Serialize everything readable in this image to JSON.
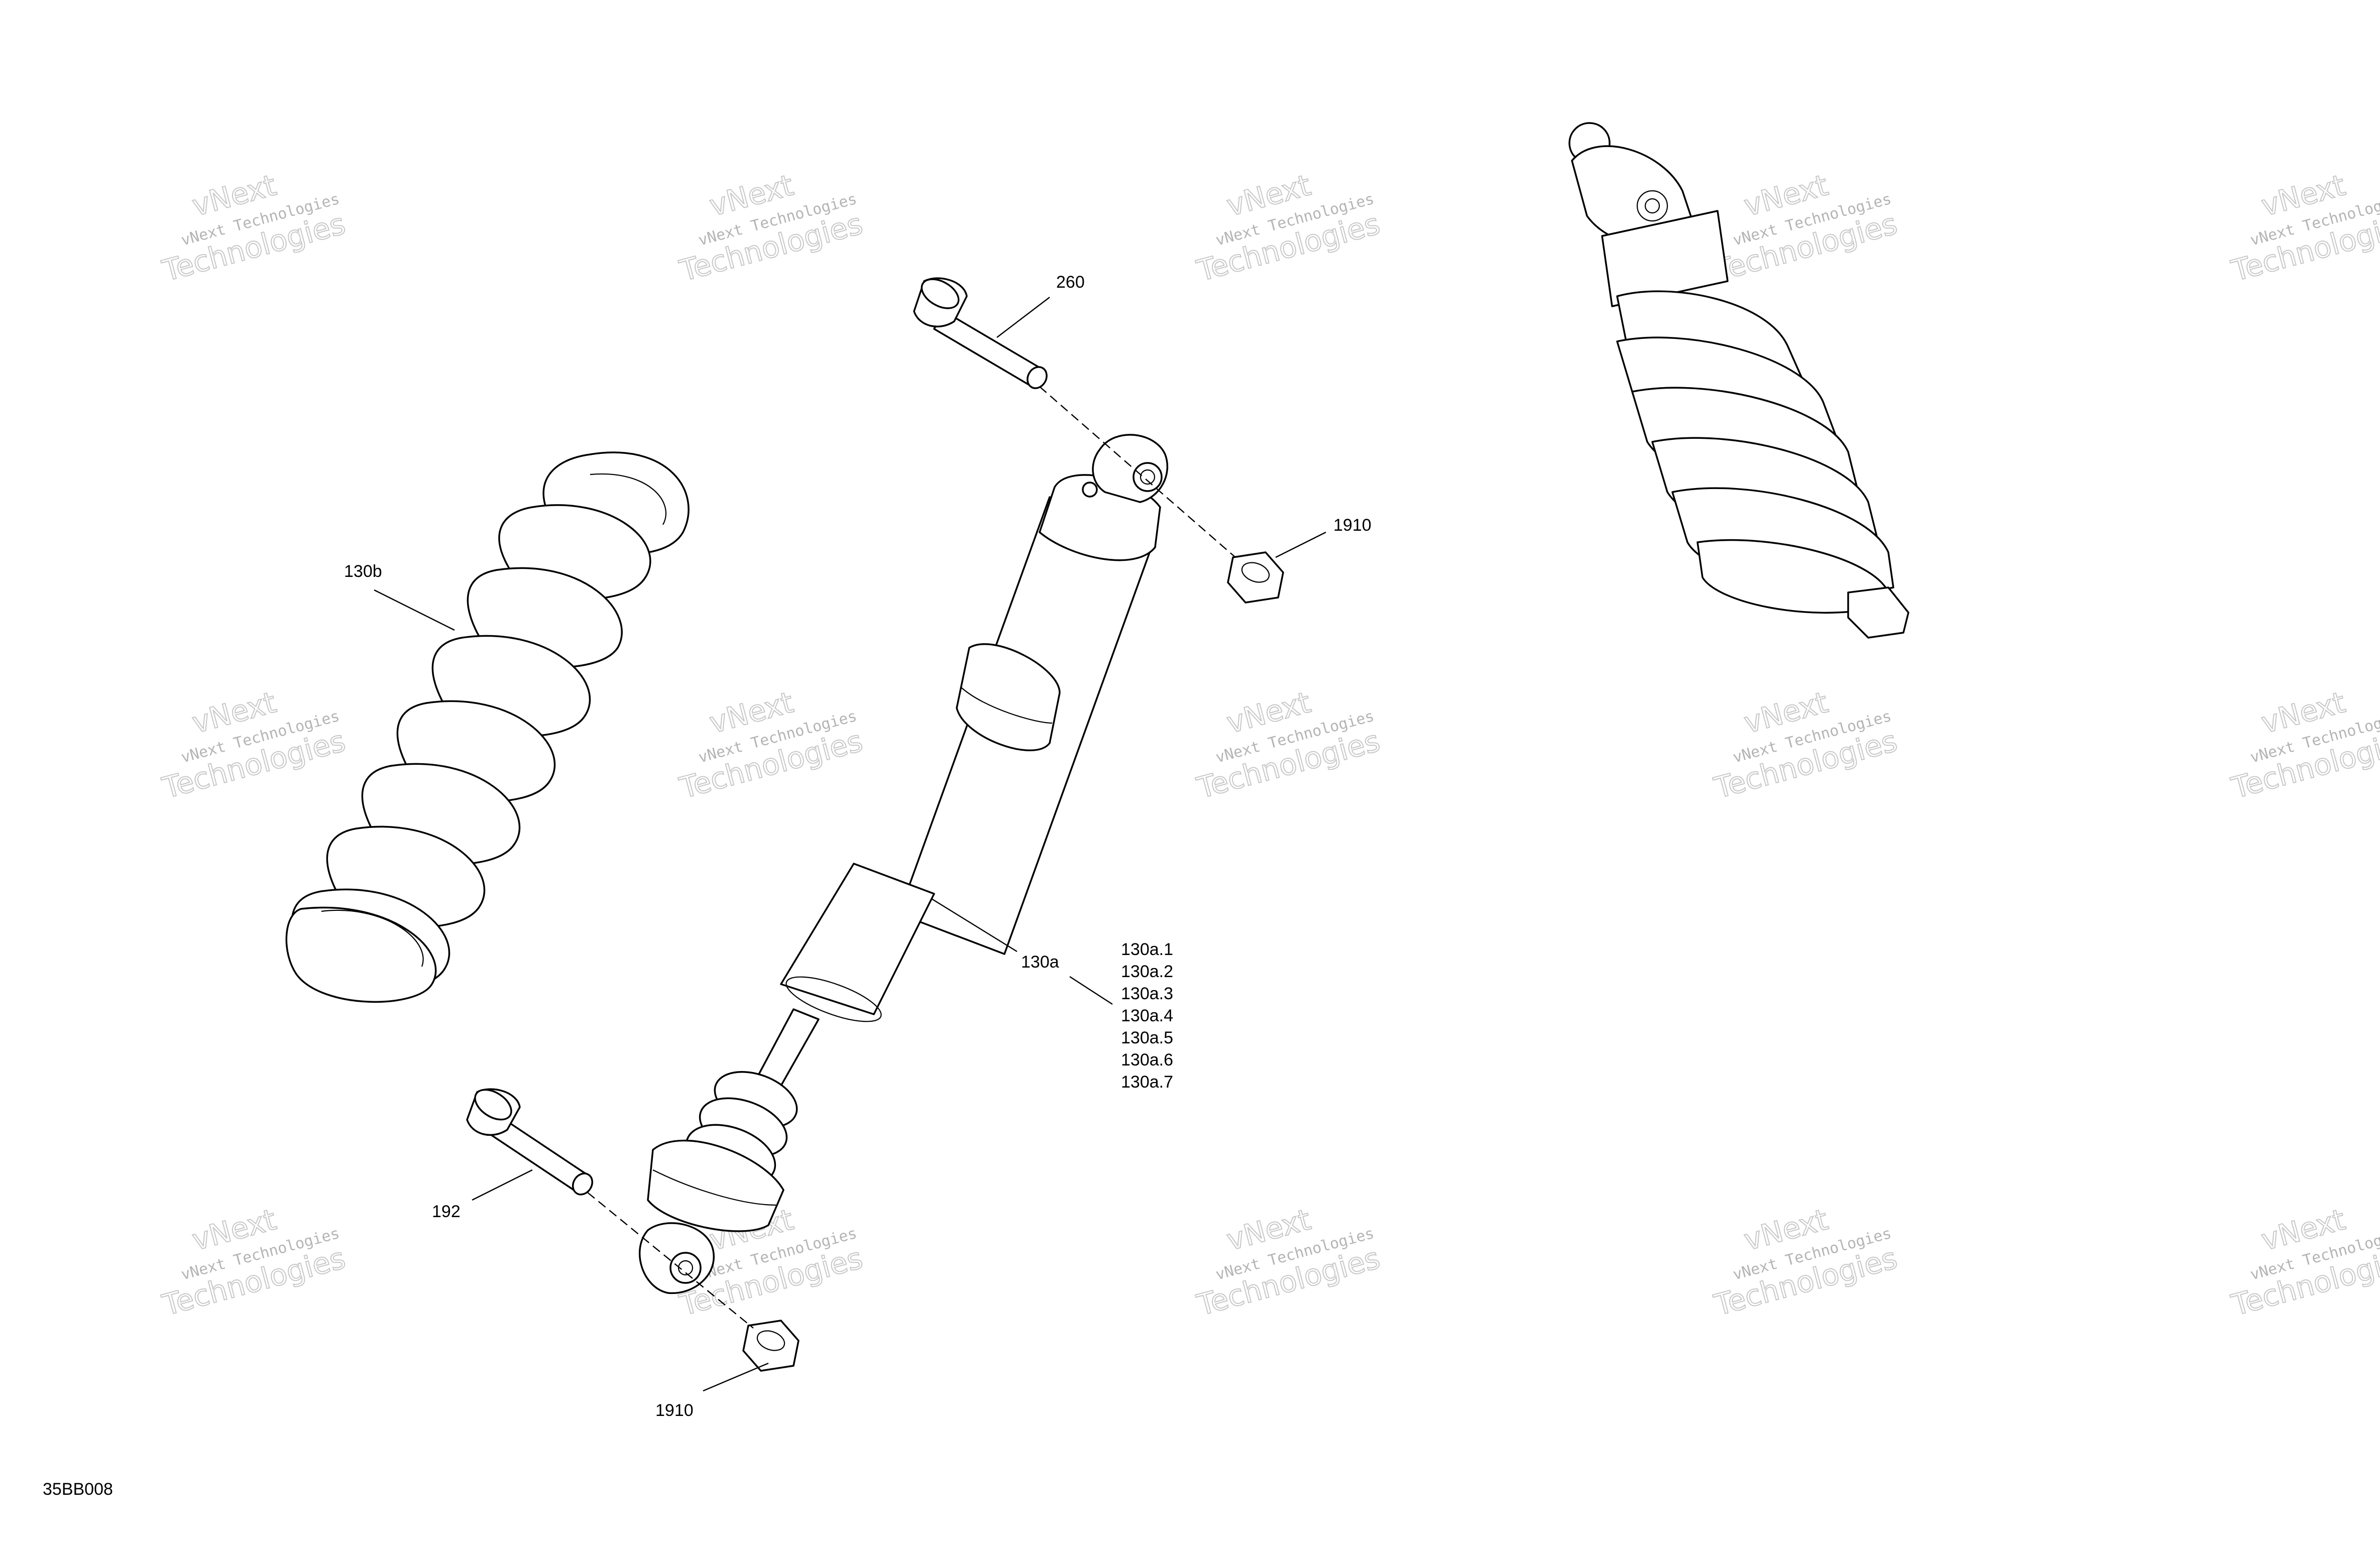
{
  "drawing_code": "35BB008",
  "watermark": {
    "line1": "vNext Technologies",
    "line2": "Technologies",
    "line3": "vNext"
  },
  "callouts": {
    "bolt_top": "260",
    "nut_top": "1910",
    "spring": "130b",
    "shock": "130a",
    "shock_parts": [
      "130a.1",
      "130a.2",
      "130a.3",
      "130a.4",
      "130a.5",
      "130a.6",
      "130a.7"
    ],
    "bolt_bottom": "192",
    "nut_bottom": "1910"
  }
}
